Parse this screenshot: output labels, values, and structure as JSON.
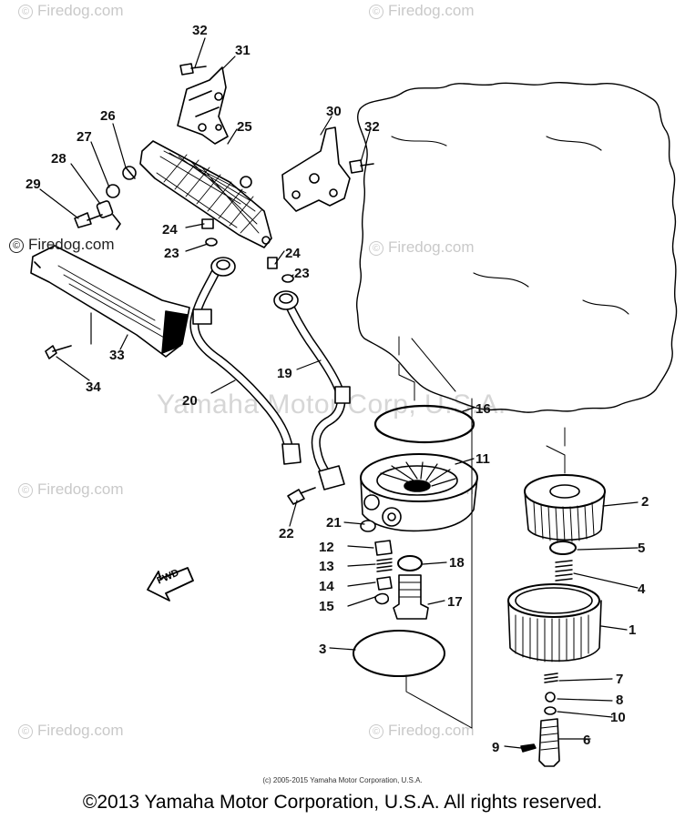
{
  "watermarks": {
    "brand": "Firedog.com",
    "copyright_symbol": "©",
    "center": "Yamaha Motor Corp, U.S.A."
  },
  "callouts": [
    "32",
    "31",
    "30",
    "32",
    "26",
    "25",
    "27",
    "28",
    "29",
    "24",
    "23",
    "24",
    "23",
    "33",
    "34",
    "19",
    "20",
    "16",
    "11",
    "2",
    "21",
    "22",
    "12",
    "5",
    "13",
    "18",
    "14",
    "4",
    "15",
    "17",
    "1",
    "3",
    "7",
    "8",
    "10",
    "6",
    "9"
  ],
  "fwd_label": "FWD",
  "small_copyright": "(c) 2005-2015 Yamaha Motor Corporation, U.S.A.",
  "footer": "©2013 Yamaha Motor Corporation, U.S.A. All rights reserved.",
  "colors": {
    "ink": "#000000",
    "watermark": "#c9c9c9",
    "background": "#ffffff"
  }
}
